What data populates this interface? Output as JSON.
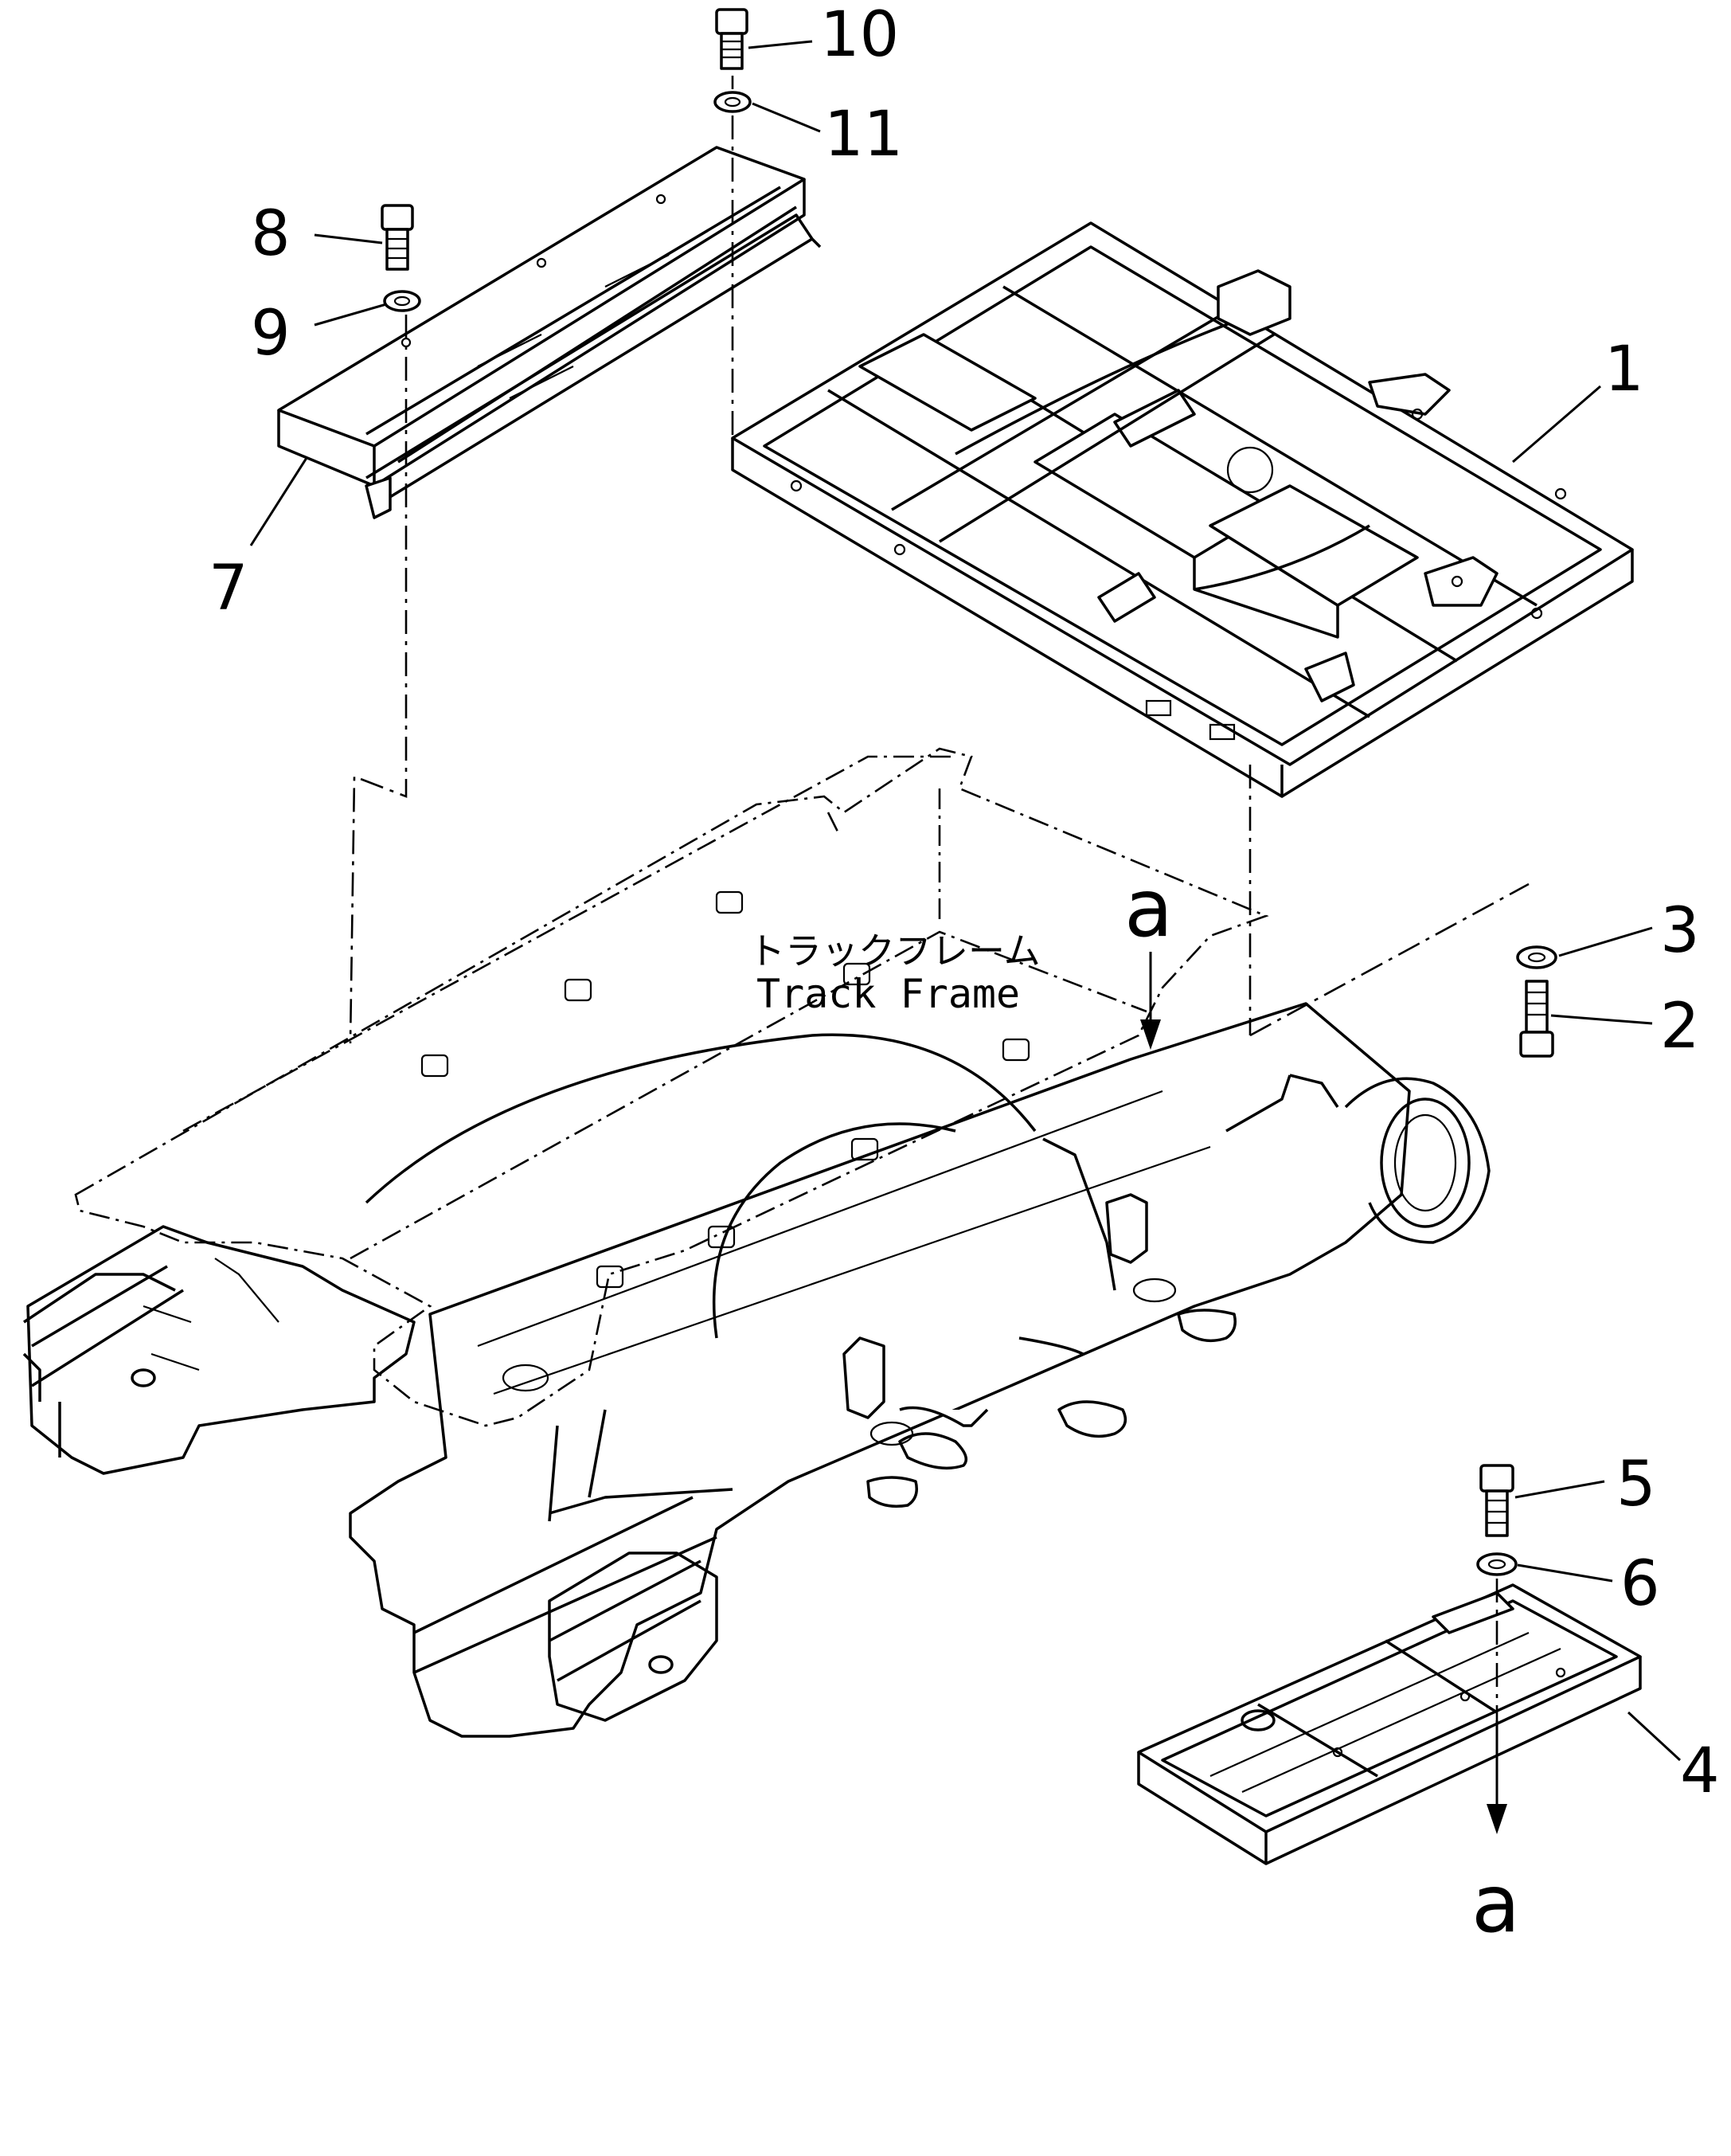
{
  "diagram": {
    "callouts": [
      {
        "id": "c1",
        "label": "1"
      },
      {
        "id": "c2",
        "label": "2"
      },
      {
        "id": "c3",
        "label": "3"
      },
      {
        "id": "c4",
        "label": "4"
      },
      {
        "id": "c5",
        "label": "5"
      },
      {
        "id": "c6",
        "label": "6"
      },
      {
        "id": "c7",
        "label": "7"
      },
      {
        "id": "c8",
        "label": "8"
      },
      {
        "id": "c9",
        "label": "9"
      },
      {
        "id": "c10",
        "label": "10"
      },
      {
        "id": "c11",
        "label": "11"
      }
    ],
    "frame_caption_jp": "トラックフレーム",
    "frame_caption_en": "Track Frame",
    "detail_marker_top": "a",
    "detail_marker_bottom": "a"
  }
}
